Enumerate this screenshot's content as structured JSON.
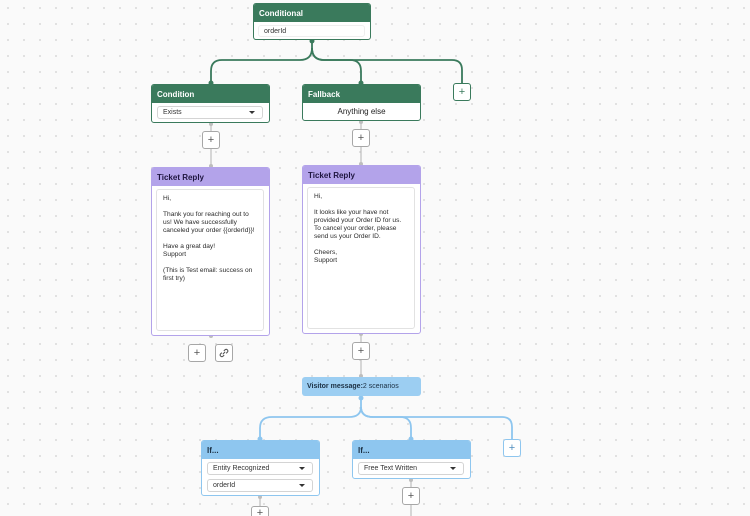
{
  "conditional": {
    "header": "Conditional",
    "field_value": "orderId"
  },
  "condition_node": {
    "header": "Condition",
    "select_value": "Exists"
  },
  "fallback_node": {
    "header": "Fallback",
    "text": "Anything else"
  },
  "ticket_reply_left": {
    "header": "Ticket Reply",
    "body": "Hi,\n\nThank you for reaching out to us! We have successfully canceled your order {{orderId}}!\n\nHave a great day!\nSupport\n\n(This is Test email: success on first try)"
  },
  "ticket_reply_right": {
    "header": "Ticket Reply",
    "body": "Hi,\n\nIt looks like your have not provided your Order ID for us. To cancel your order, please send us your Order ID.\n\nCheers,\nSupport"
  },
  "visitor_message": {
    "label": "Visitor message:",
    "scenarios": "2 scenarios"
  },
  "if_left": {
    "header": "If...",
    "select_1": "Entity Recognized",
    "select_2": "orderId"
  },
  "if_right": {
    "header": "If...",
    "select_1": "Free Text Written"
  },
  "buttons": {
    "plus": "+"
  },
  "colors": {
    "green": "#3a7a5c",
    "purple": "#b3a3ea",
    "blue": "#8ec6ef",
    "connector_grey": "#bdbdbd"
  }
}
